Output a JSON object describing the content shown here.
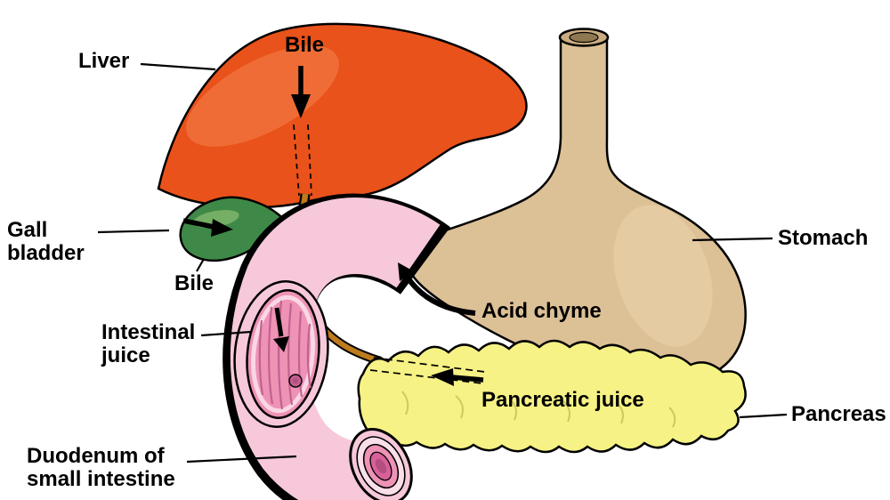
{
  "diagram": {
    "labels": {
      "liver": "Liver",
      "bile_top": "Bile",
      "gall_line1": "Gall",
      "gall_line2": "bladder",
      "bile_bottom": "Bile",
      "stomach": "Stomach",
      "acid_chyme": "Acid chyme",
      "intestinal_line1": "Intestinal",
      "intestinal_line2": "juice",
      "pancreatic_juice": "Pancreatic juice",
      "pancreas": "Pancreas",
      "duodenum_line1": "Duodenum of",
      "duodenum_line2": "small intestine"
    },
    "colors": {
      "background": "#ffffff",
      "outline": "#000000",
      "liver_fill": "#E9521A",
      "liver_highlight": "#F4824E",
      "stomach_fill": "#DCC096",
      "stomach_highlight": "#EBD6AE",
      "stomach_rim": "#C9AD80",
      "stomach_inner": "#8F7851",
      "gall_fill": "#3F8948",
      "gall_highlight": "#7FB56B",
      "duodenum_fill": "#F6C8DA",
      "duodenum_wall_light": "#FADFE9",
      "duodenum_inner": "#EE92B6",
      "duodenum_fold": "#C0608E",
      "duodenum_lumen": "#D8619A",
      "duodenum_core": "#B34E7F",
      "pancreas_fill": "#F6F285",
      "pancreas_line": "#CEC45A",
      "duct_fill": "#BE7B1E",
      "arrow": "#000000"
    }
  }
}
